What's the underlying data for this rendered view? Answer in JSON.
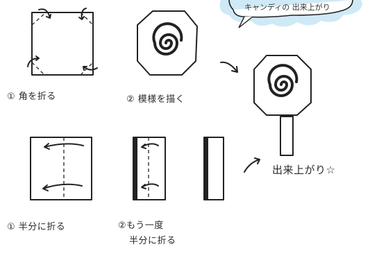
{
  "bubble": {
    "text": "キャンディの 出来上がり"
  },
  "steps": {
    "step1_top": "① 角を折る",
    "step2_top": "② 模様を描く",
    "step1_bottom": "① 半分に折る",
    "step2_bottom_line1": "②もう一度",
    "step2_bottom_line2": "半分に折る"
  },
  "result": {
    "label": "出来上がり☆"
  },
  "colors": {
    "ink": "#222222",
    "bubble_fill": "#cfe9f7",
    "paper": "#ffffff"
  }
}
